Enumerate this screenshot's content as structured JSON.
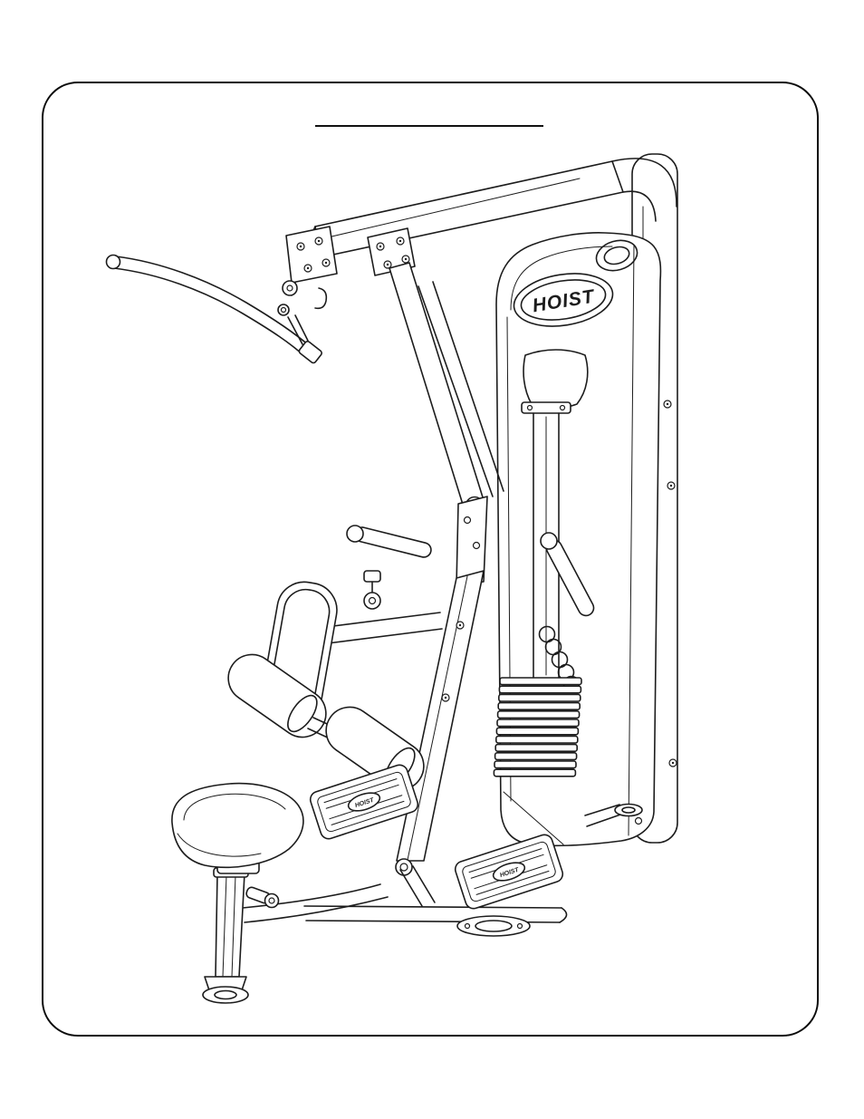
{
  "page": {
    "type": "equipment-manual-illustration-page",
    "background_color": "#ffffff",
    "border_color": "#0a0a0a"
  },
  "illustration": {
    "subject": "HOIST selectorized exercise machine (seated row / pulldown) isometric line drawing",
    "line_color": "#1c1c1c",
    "logo_text": "HOIST",
    "footplate_logo_text": "HOIST"
  }
}
